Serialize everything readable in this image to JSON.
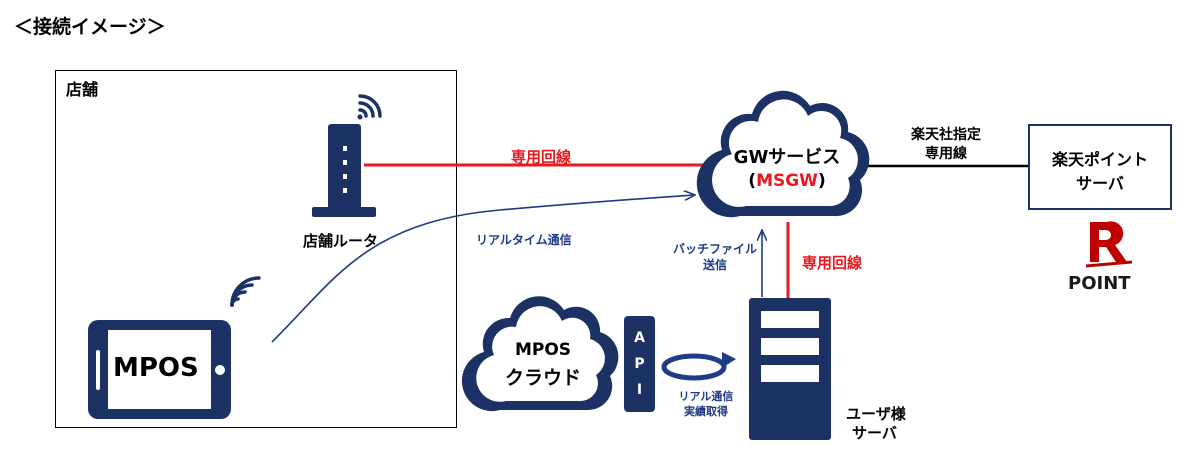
{
  "title": "＜接続イメージ＞",
  "store": {
    "label": "店舗"
  },
  "router": {
    "label": "店舗ルータ"
  },
  "mpos": {
    "label": "MPOS"
  },
  "links": {
    "leased_line_top": "専用回線",
    "leased_line_right": "専用回線",
    "realtime": "リアルタイム通信",
    "batch_line1": "バッチファイル",
    "batch_line2": "送信",
    "rakuten_line1": "楽天社指定",
    "rakuten_line2": "専用線",
    "api_line1": "リアル通信",
    "api_line2": "実績取得"
  },
  "gw_cloud": {
    "line1": "GWサービス",
    "line2_open": "(",
    "line2_red": "MSGW",
    "line2_close": ")"
  },
  "mpos_cloud": {
    "line1": "MPOS",
    "line2": "クラウド"
  },
  "api": {
    "letters": [
      "A",
      "P",
      "I"
    ]
  },
  "rakuten_point_server": {
    "line1": "楽天ポイント",
    "line2": "サーバ"
  },
  "logo": {
    "letter": "R",
    "text": "POINT"
  },
  "user_server": {
    "line1": "ユーザ様",
    "line2": "サーバ"
  },
  "colors": {
    "navy": "#1c3264",
    "red": "#e8191f",
    "link_blue": "#1f3a86"
  }
}
